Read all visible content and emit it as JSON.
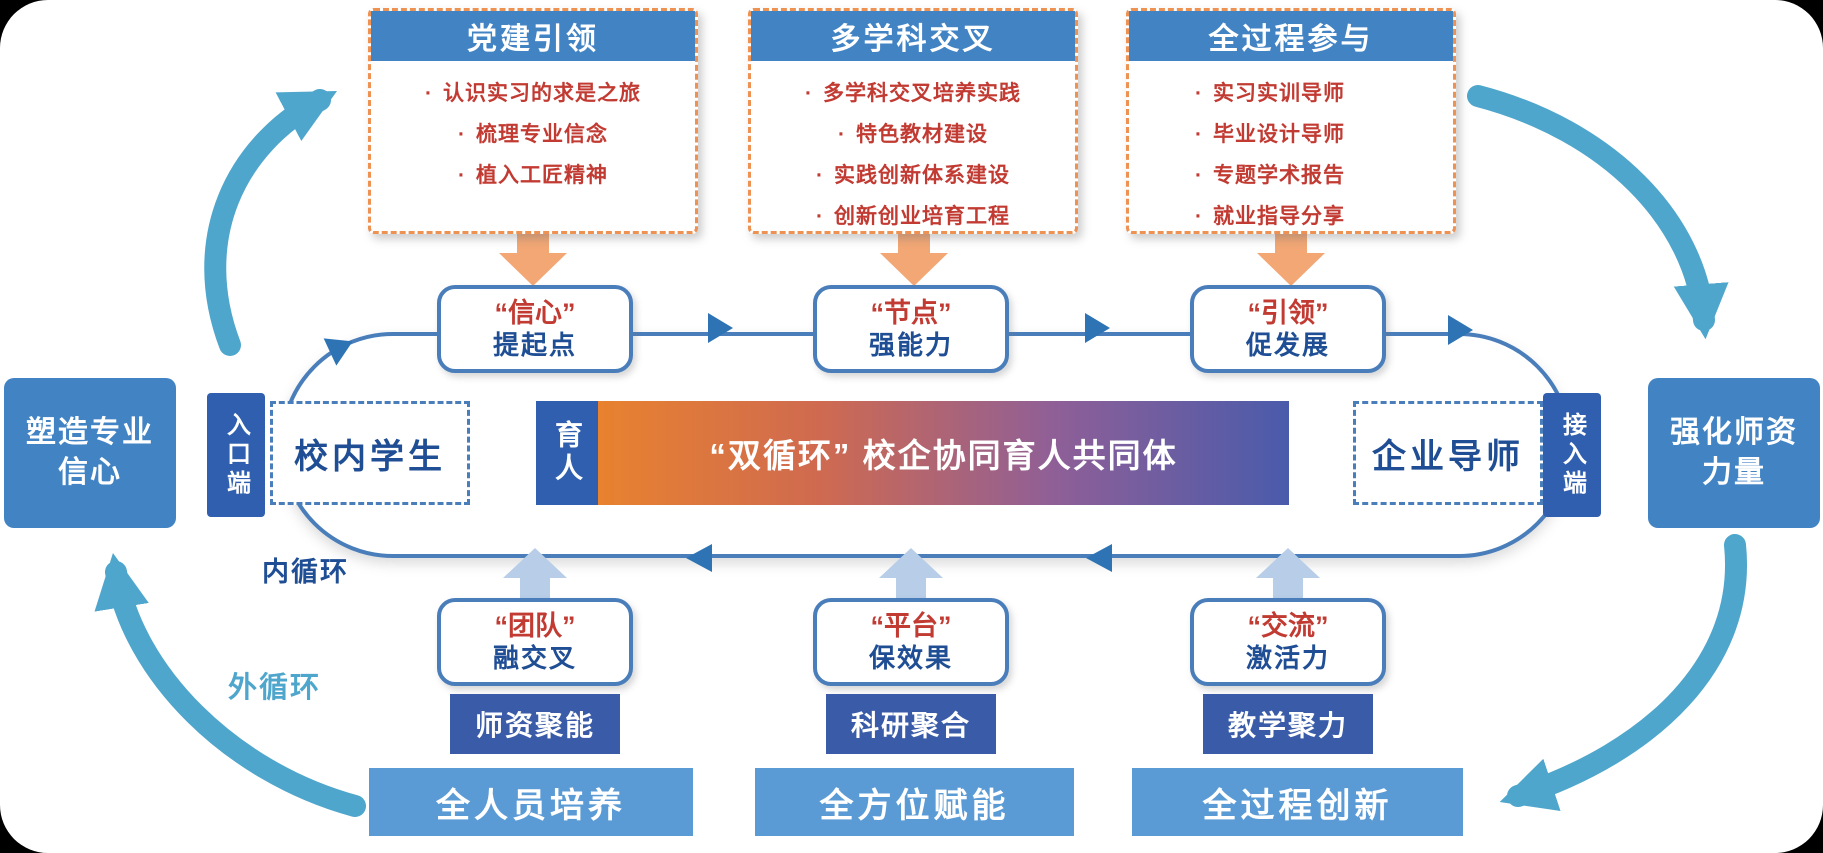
{
  "colors": {
    "header-blue": "#4283C4",
    "navy": "#1F4E94",
    "red": "#C23B33",
    "orange-border": "#ED9253",
    "orange-arrow": "#F2A775",
    "teal-arrow": "#4FA6CC",
    "pale-blue-arrow": "#B7CDE8",
    "mid-blue": "#2E74B5",
    "box-border-blue": "#4A7EBB",
    "dark-box-blue": "#3A5CA8",
    "light-box-blue": "#5B9BD5",
    "port-blue": "#2F5FAE",
    "gradient-left": "#E8822F",
    "gradient-mid1": "#CF6A50",
    "gradient-mid2": "#8F5F97",
    "gradient-right": "#4A5BAB"
  },
  "top_boxes": [
    {
      "title": "党建引领",
      "items": [
        "认识实习的求是之旅",
        "梳理专业信念",
        "植入工匠精神"
      ]
    },
    {
      "title": "多学科交叉",
      "items": [
        "多学科交叉培养实践",
        "特色教材建设",
        "实践创新体系建设",
        "创新创业培育工程"
      ]
    },
    {
      "title": "全过程参与",
      "items": [
        "实习实训导师",
        "毕业设计导师",
        "专题学术报告",
        "就业指导分享"
      ]
    }
  ],
  "mid_tags": [
    {
      "quote": "“信心”",
      "sub": "提起点"
    },
    {
      "quote": "“节点”",
      "sub": "强能力"
    },
    {
      "quote": "“引领”",
      "sub": "促发展"
    }
  ],
  "bottom_tags": [
    {
      "quote": "“团队”",
      "sub": "融交叉"
    },
    {
      "quote": "“平台”",
      "sub": "保效果"
    },
    {
      "quote": "“交流”",
      "sub": "激活力"
    }
  ],
  "dark_boxes": [
    "师资聚能",
    "科研聚合",
    "教学聚力"
  ],
  "big_boxes": [
    "全人员培养",
    "全方位赋能",
    "全过程创新"
  ],
  "center": {
    "entry_port": "入口端",
    "students": "校内学生",
    "educate": "育人",
    "banner": "“双循环” 校企协同育人共同体",
    "mentors": "企业导师",
    "access_port": "接入端"
  },
  "sides": {
    "left": "塑造专业\n信心",
    "right": "强化师资\n力量"
  },
  "loop_labels": {
    "inner": "内循环",
    "outer": "外循环"
  }
}
